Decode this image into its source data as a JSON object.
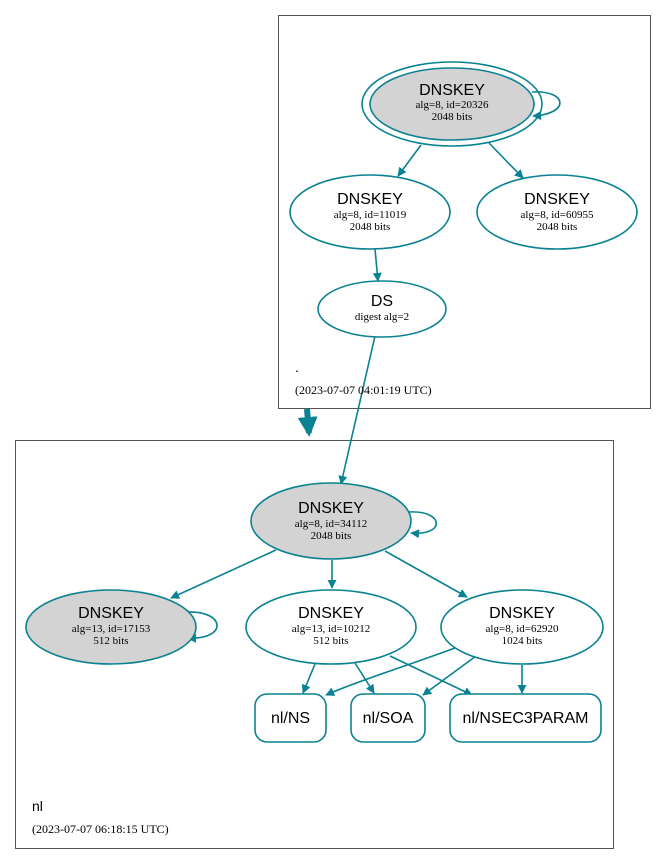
{
  "colors": {
    "edge": "#0a8291",
    "ksk_fill": "#d3d3d3",
    "zone_border": "#555555"
  },
  "zones": {
    "root": {
      "name": ".",
      "timestamp": "(2023-07-07 04:01:19 UTC)"
    },
    "nl": {
      "name": "nl",
      "timestamp": "(2023-07-07 06:18:15 UTC)"
    }
  },
  "nodes": {
    "root_ksk": {
      "title": "DNSKEY",
      "line1": "alg=8, id=20326",
      "line2": "2048 bits"
    },
    "root_zsk1": {
      "title": "DNSKEY",
      "line1": "alg=8, id=11019",
      "line2": "2048 bits"
    },
    "root_zsk2": {
      "title": "DNSKEY",
      "line1": "alg=8, id=60955",
      "line2": "2048 bits"
    },
    "ds": {
      "title": "DS",
      "line1": "digest alg=2"
    },
    "nl_ksk": {
      "title": "DNSKEY",
      "line1": "alg=8, id=34112",
      "line2": "2048 bits"
    },
    "nl_key17153": {
      "title": "DNSKEY",
      "line1": "alg=13, id=17153",
      "line2": "512 bits"
    },
    "nl_key10212": {
      "title": "DNSKEY",
      "line1": "alg=13, id=10212",
      "line2": "512 bits"
    },
    "nl_key62920": {
      "title": "DNSKEY",
      "line1": "alg=8, id=62920",
      "line2": "1024 bits"
    },
    "rr_ns": {
      "title": "nl/NS"
    },
    "rr_soa": {
      "title": "nl/SOA"
    },
    "rr_nsec3param": {
      "title": "nl/NSEC3PARAM"
    }
  }
}
